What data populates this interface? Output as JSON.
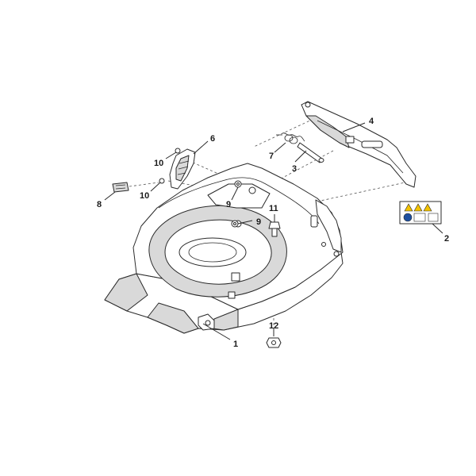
{
  "callouts": {
    "c1": "1",
    "c2": "2",
    "c3": "3",
    "c4": "4",
    "c6": "6",
    "c7": "7",
    "c8": "8",
    "c9a": "9",
    "c9b": "9",
    "c10a": "10",
    "c10b": "10",
    "c11": "11",
    "c12": "12"
  },
  "colors": {
    "line": "#2a2a2a",
    "shade": "#d9d9d9",
    "label_accent": "#1d4fa0"
  }
}
